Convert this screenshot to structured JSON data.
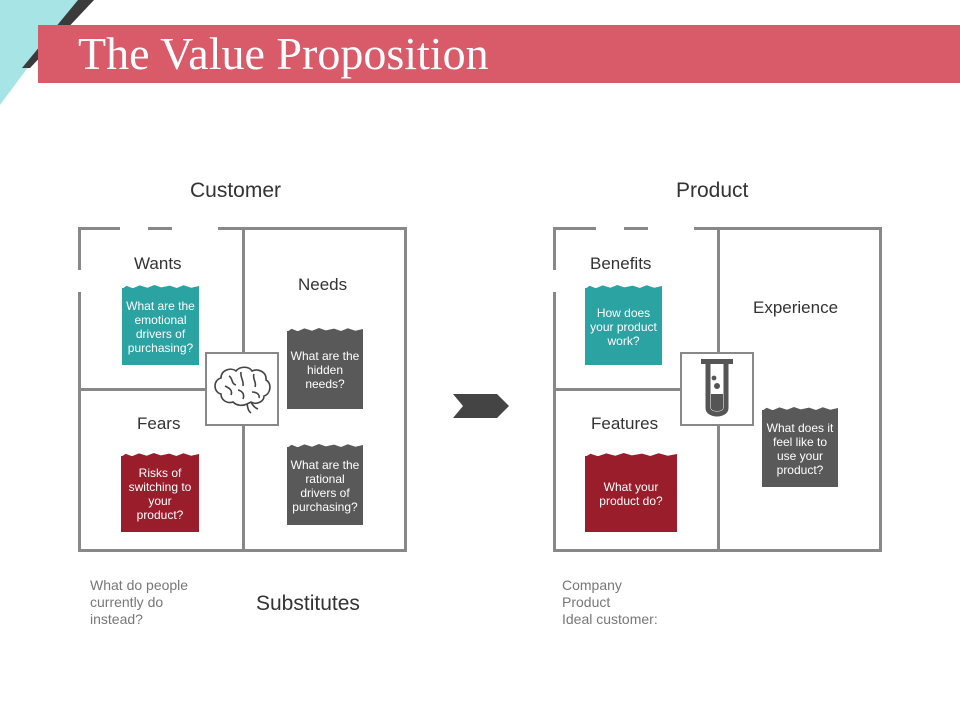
{
  "slide": {
    "title": "The Value Proposition",
    "colors": {
      "banner": "#d95b6a",
      "teal": "#2aa3a2",
      "red": "#9a1d2b",
      "gray": "#595959",
      "border": "#888888"
    }
  },
  "customer": {
    "heading": "Customer",
    "wants": {
      "label": "Wants",
      "card": "What are the emotional drivers of purchasing?"
    },
    "needs": {
      "label": "Needs",
      "card": "What are the hidden needs?"
    },
    "fears": {
      "label": "Fears",
      "card": "Risks of switching to your product?"
    },
    "rational": {
      "card": "What are the rational drivers of purchasing?"
    },
    "center_icon": "brain-icon",
    "note_lines": [
      "What do people",
      "currently do",
      "instead?"
    ],
    "substitutes": "Substitutes"
  },
  "arrow_icon": "chevron-arrow-icon",
  "product": {
    "heading": "Product",
    "benefits": {
      "label": "Benefits",
      "card": "How does your product work?"
    },
    "experience": {
      "label": "Experience",
      "card": "What does it feel like to use your product?"
    },
    "features": {
      "label": "Features",
      "card": "What your product do?"
    },
    "center_icon": "test-tube-icon",
    "note_lines": [
      "Company",
      "Product",
      "Ideal customer:"
    ]
  }
}
